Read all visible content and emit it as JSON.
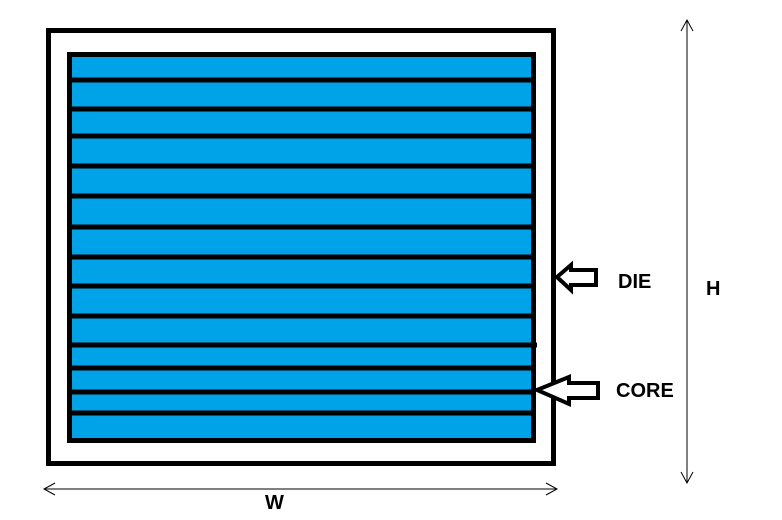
{
  "labels": {
    "die": "DIE",
    "core": "CORE",
    "height": "H",
    "width": "W"
  },
  "colors": {
    "stripe_fill": "#00A2E8",
    "outline": "#000000",
    "background": "#FFFFFF"
  },
  "core": {
    "row_count": 14
  }
}
